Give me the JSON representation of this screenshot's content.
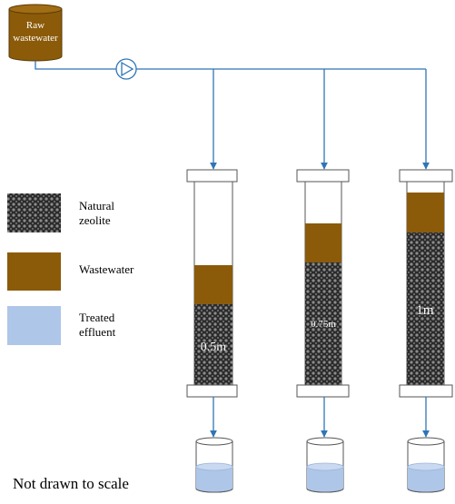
{
  "tank": {
    "line1": "Raw",
    "line2": "wastewater"
  },
  "legend": {
    "zeolite_line1": "Natural",
    "zeolite_line2": "zeolite",
    "wastewater": "Wastewater",
    "effluent_line1": "Treated",
    "effluent_line2": "effluent"
  },
  "columns": [
    {
      "bed_label": "0.5m"
    },
    {
      "bed_label": "0.75m"
    },
    {
      "bed_label": "1m"
    }
  ],
  "note": "Not drawn to scale",
  "colors": {
    "pipe": "#2e75b6",
    "wastewater": "#8b5b0a",
    "tank": "#8b5b0a",
    "effluent": "#aec6e8",
    "zeolite_dark": "#262626",
    "zeolite_light": "#8c8c8c"
  }
}
